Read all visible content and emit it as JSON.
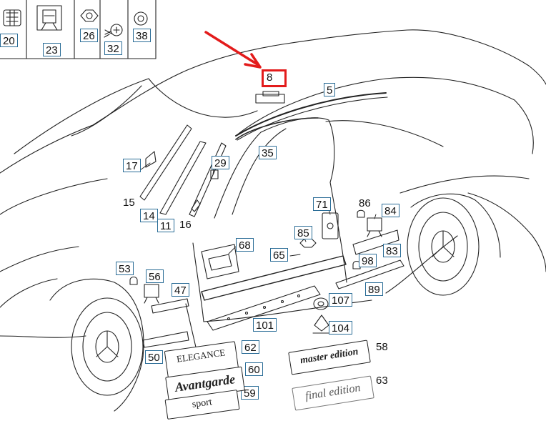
{
  "header_parts": [
    {
      "id": "part-20",
      "label": "20"
    },
    {
      "id": "part-23",
      "label": "23"
    },
    {
      "id": "part-26",
      "label": "26"
    },
    {
      "id": "part-32",
      "label": "32"
    },
    {
      "id": "part-38",
      "label": "38"
    }
  ],
  "callouts": {
    "c8": "8",
    "c5": "5",
    "c35": "35",
    "c17": "17",
    "c29": "29",
    "c15": "15",
    "c14": "14",
    "c11": "11",
    "c16": "16",
    "c71": "71",
    "c86": "86",
    "c84": "84",
    "c85": "85",
    "c68": "68",
    "c65": "65",
    "c83": "83",
    "c98": "98",
    "c53": "53",
    "c56": "56",
    "c47": "47",
    "c89": "89",
    "c107": "107",
    "c101": "101",
    "c104": "104",
    "c62": "62",
    "c58": "58",
    "c60": "60",
    "c50": "50",
    "c59": "59",
    "c63": "63"
  },
  "badges": {
    "elegance": "ELEGANCE",
    "avantgarde": "Avantgarde",
    "sport": "sport",
    "master_edition": "master edition",
    "final_edition": "final edition"
  },
  "colors": {
    "highlight": "#e31b1b",
    "callout_border": "#2b6d97",
    "line": "#222222"
  }
}
